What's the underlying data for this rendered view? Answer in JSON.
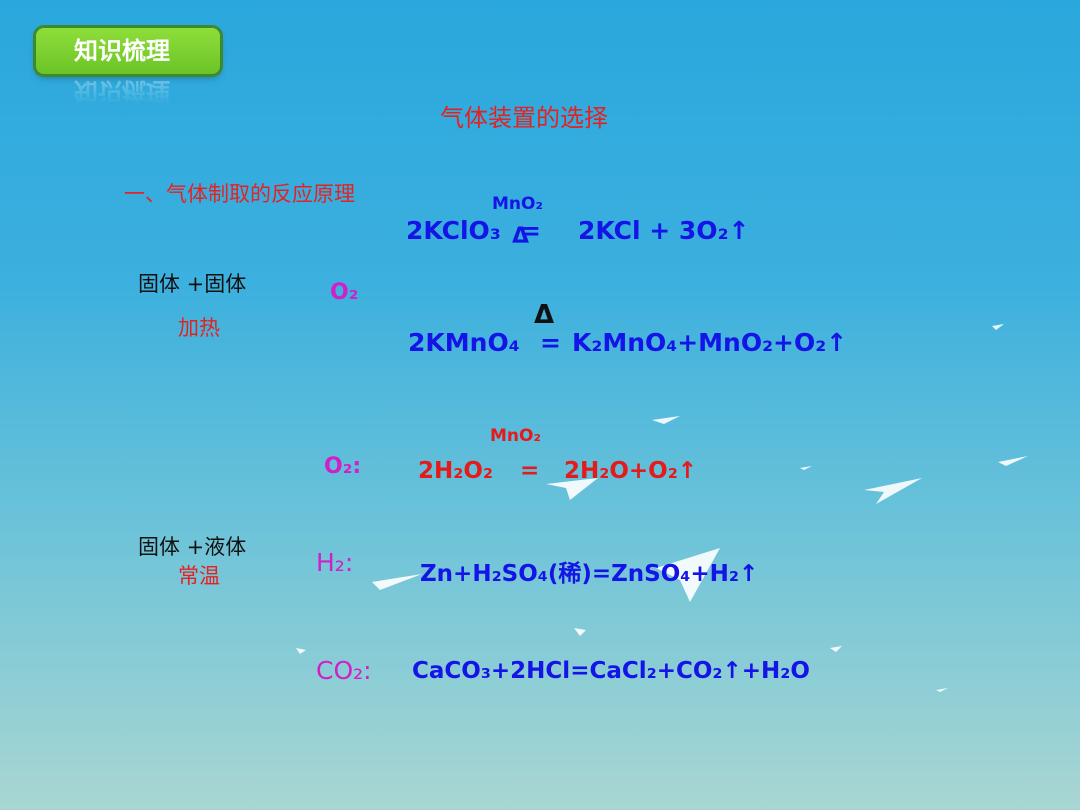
{
  "badge": {
    "label": "知识梳理"
  },
  "title": "气体装置的选择",
  "section1": "一、气体制取的反应原理",
  "group1": {
    "type": "固体 +固体",
    "condition": "加热",
    "gas": "O₂"
  },
  "group2": {
    "type": "固体 +液体",
    "condition": "常温"
  },
  "eq1": {
    "catalyst": "MnO₂",
    "heat": "Δ",
    "left": "2KClO₃",
    "sign": "=",
    "right": "2KCl  + 3O₂↑"
  },
  "eq2": {
    "heat": "Δ",
    "left": "2KMnO₄",
    "sign": "=",
    "right": "K₂MnO₄+MnO₂+O₂↑"
  },
  "eq3": {
    "catalyst": "MnO₂",
    "gas": "O₂:",
    "left": "2H₂O₂",
    "sign": "=",
    "right": "2H₂O+O₂↑"
  },
  "eq4": {
    "gas": "H₂:",
    "equation": "Zn+H₂SO₄(稀)=ZnSO₄+H₂↑"
  },
  "eq5": {
    "gas": "CO₂:",
    "equation": "CaCO₃+2HCl=CaCl₂+CO₂↑+H₂O"
  },
  "colors": {
    "title": "#e52222",
    "equation_blue": "#1414e6",
    "gas_label": "#d020c8",
    "badge": "#7ad030"
  }
}
